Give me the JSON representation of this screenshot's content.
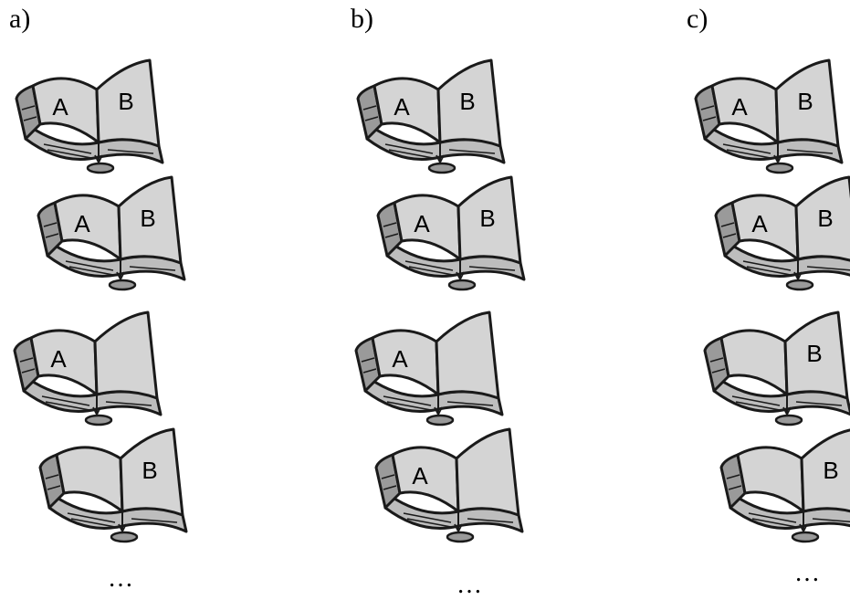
{
  "panels": [
    {
      "label": "a)",
      "books": [
        {
          "left": "A",
          "right": "B"
        },
        {
          "left": "A",
          "right": "B"
        },
        {
          "left": "A",
          "right": ""
        },
        {
          "left": "",
          "right": "B"
        }
      ],
      "ellipsis": "…"
    },
    {
      "label": "b)",
      "books": [
        {
          "left": "A",
          "right": "B"
        },
        {
          "left": "A",
          "right": "B"
        },
        {
          "left": "A",
          "right": ""
        },
        {
          "left": "A",
          "right": ""
        }
      ],
      "ellipsis": "…"
    },
    {
      "label": "c)",
      "books": [
        {
          "left": "A",
          "right": "B"
        },
        {
          "left": "A",
          "right": "B"
        },
        {
          "left": "",
          "right": "B"
        },
        {
          "left": "",
          "right": "B"
        }
      ],
      "ellipsis": "…"
    }
  ],
  "colors": {
    "page_fill": "#d4d4d4",
    "cover_fill": "#9a9a9a",
    "edge_fill": "#bdbdbd",
    "outline": "#1a1a1a"
  },
  "icons": [
    "open-book-icon"
  ]
}
